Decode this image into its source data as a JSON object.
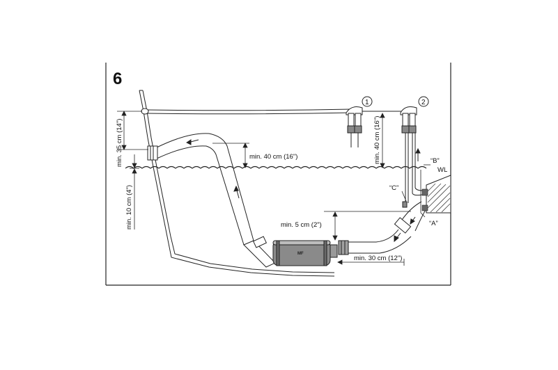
{
  "figure": {
    "step_number": "6",
    "components": {
      "muffler_label": "MF"
    },
    "labels": {
      "min_35": "min. 35 cm (14\")",
      "min_10": "min. 10 cm (4\")",
      "min_40_left": "min. 40 cm (16\")",
      "min_40_right": "min. 40 cm (16\")",
      "min_5": "min. 5 cm (2\")",
      "min_30": "min. 30 cm (12\")",
      "wl": "WL",
      "point_a": "“A”",
      "point_b": "“B”",
      "point_c": "“C”",
      "variant_1": "1",
      "variant_2": "2"
    }
  }
}
